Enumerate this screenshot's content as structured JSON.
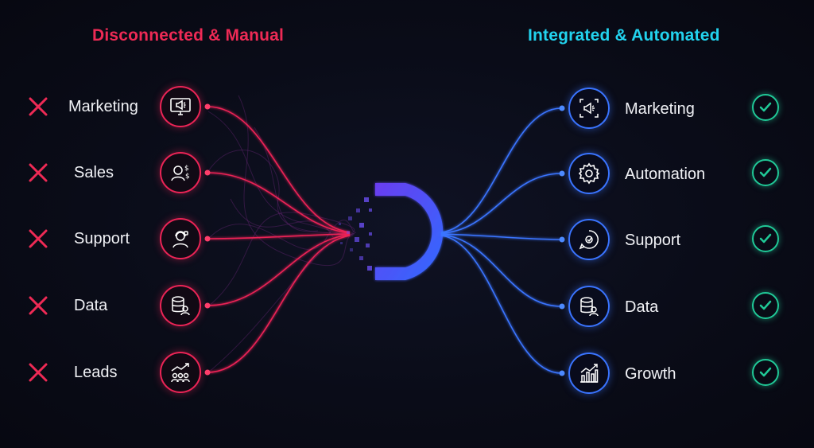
{
  "headings": {
    "left": "Disconnected & Manual",
    "right": "Integrated & Automated"
  },
  "left_items": [
    {
      "label": "Marketing",
      "icon": "monitor-megaphone-icon"
    },
    {
      "label": "Sales",
      "icon": "person-dollar-icon"
    },
    {
      "label": "Support",
      "icon": "support-agent-icon"
    },
    {
      "label": "Data",
      "icon": "database-user-icon"
    },
    {
      "label": "Leads",
      "icon": "group-growth-icon"
    }
  ],
  "right_items": [
    {
      "label": "Marketing",
      "icon": "megaphone-frame-icon"
    },
    {
      "label": "Automation",
      "icon": "gear-icon"
    },
    {
      "label": "Support",
      "icon": "chat-agent-icon"
    },
    {
      "label": "Data",
      "icon": "database-user-icon"
    },
    {
      "label": "Growth",
      "icon": "bar-chart-growth-icon"
    }
  ],
  "colors": {
    "left_accent": "#ec2456",
    "right_accent": "#3a74ff",
    "left_heading": "#ee2a55",
    "right_heading": "#22d3ee",
    "cross": "#ee2a55",
    "check": "#20c997",
    "hub_gradient_start": "#6a3df0",
    "hub_gradient_end": "#2f6bff"
  },
  "status_marks": {
    "left": "cross-icon",
    "right": "check-icon"
  }
}
